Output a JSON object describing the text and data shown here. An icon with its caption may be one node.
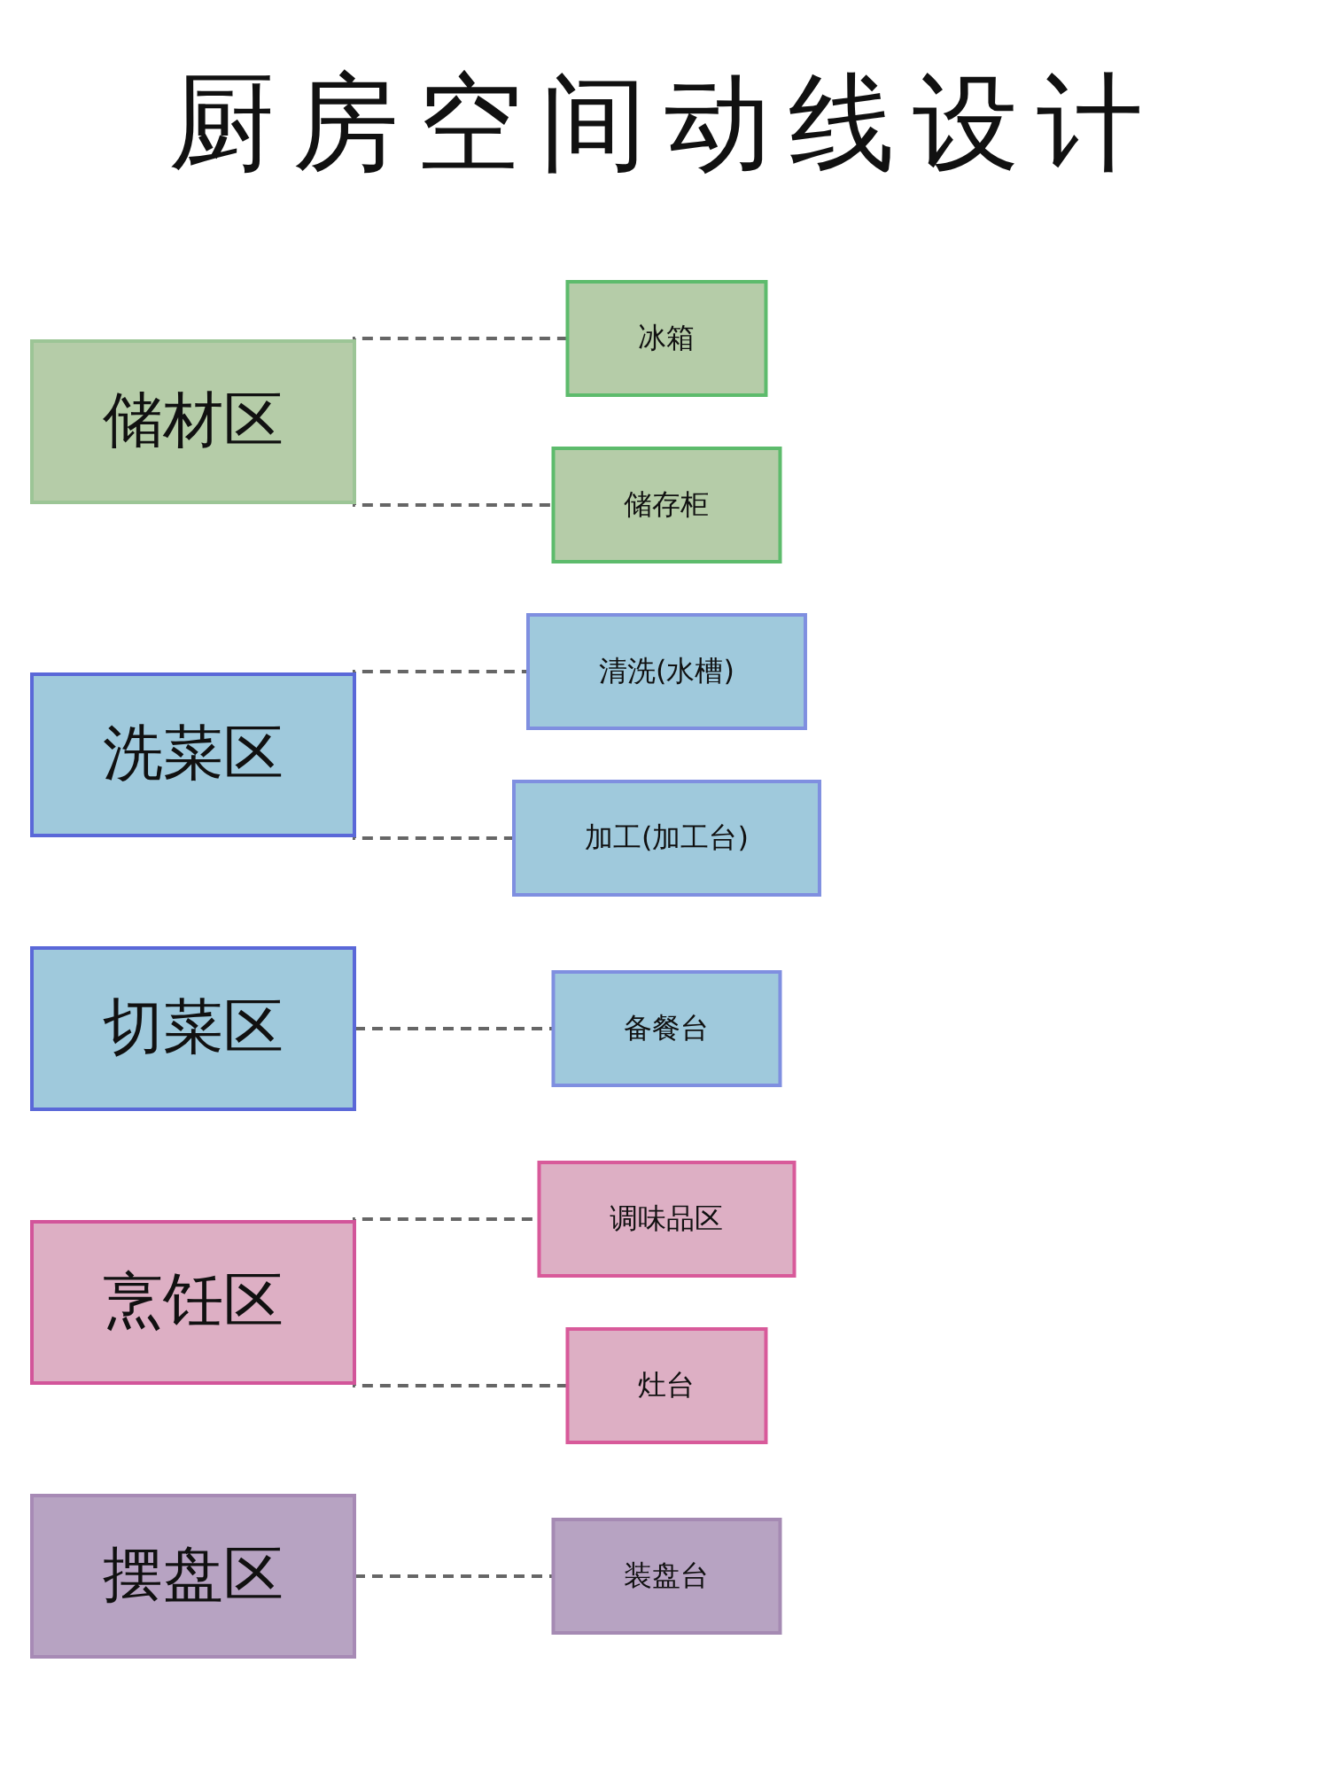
{
  "diagram": {
    "title": "厨房空间动线设计",
    "nodes": [
      {
        "text": [
          "储材区"
        ]
      },
      {
        "text": [
          "冰箱"
        ]
      },
      {
        "text": [
          "储存柜"
        ]
      },
      {
        "text": [
          "洗菜区"
        ]
      },
      {
        "text": [
          "清洗(水槽)"
        ]
      },
      {
        "text": [
          "加工(加工台)"
        ]
      },
      {
        "text": [
          "切菜区"
        ]
      },
      {
        "text": [
          "备餐台"
        ]
      },
      {
        "text": [
          "烹饪区"
        ]
      },
      {
        "text": [
          "调味品区"
        ]
      },
      {
        "text": [
          "灶台"
        ]
      },
      {
        "text": [
          "摆盘区"
        ]
      },
      {
        "text": [
          "装盘台"
        ]
      }
    ],
    "edges": [
      {
        "from": 0,
        "to": 1,
        "arrow": "none",
        "style": "dashed"
      },
      {
        "from": 0,
        "to": 2,
        "arrow": "none",
        "style": "dashed"
      },
      {
        "from": 3,
        "to": 4,
        "arrow": "none",
        "style": "dashed"
      },
      {
        "from": 3,
        "to": 5,
        "arrow": "none",
        "style": "dashed"
      },
      {
        "from": 6,
        "to": 7,
        "arrow": "none",
        "style": "dashed"
      },
      {
        "from": 8,
        "to": 9,
        "arrow": "none",
        "style": "dashed"
      },
      {
        "from": 8,
        "to": 10,
        "arrow": "none",
        "style": "dashed"
      },
      {
        "from": 11,
        "to": 12,
        "arrow": "none",
        "style": "dashed"
      }
    ]
  }
}
